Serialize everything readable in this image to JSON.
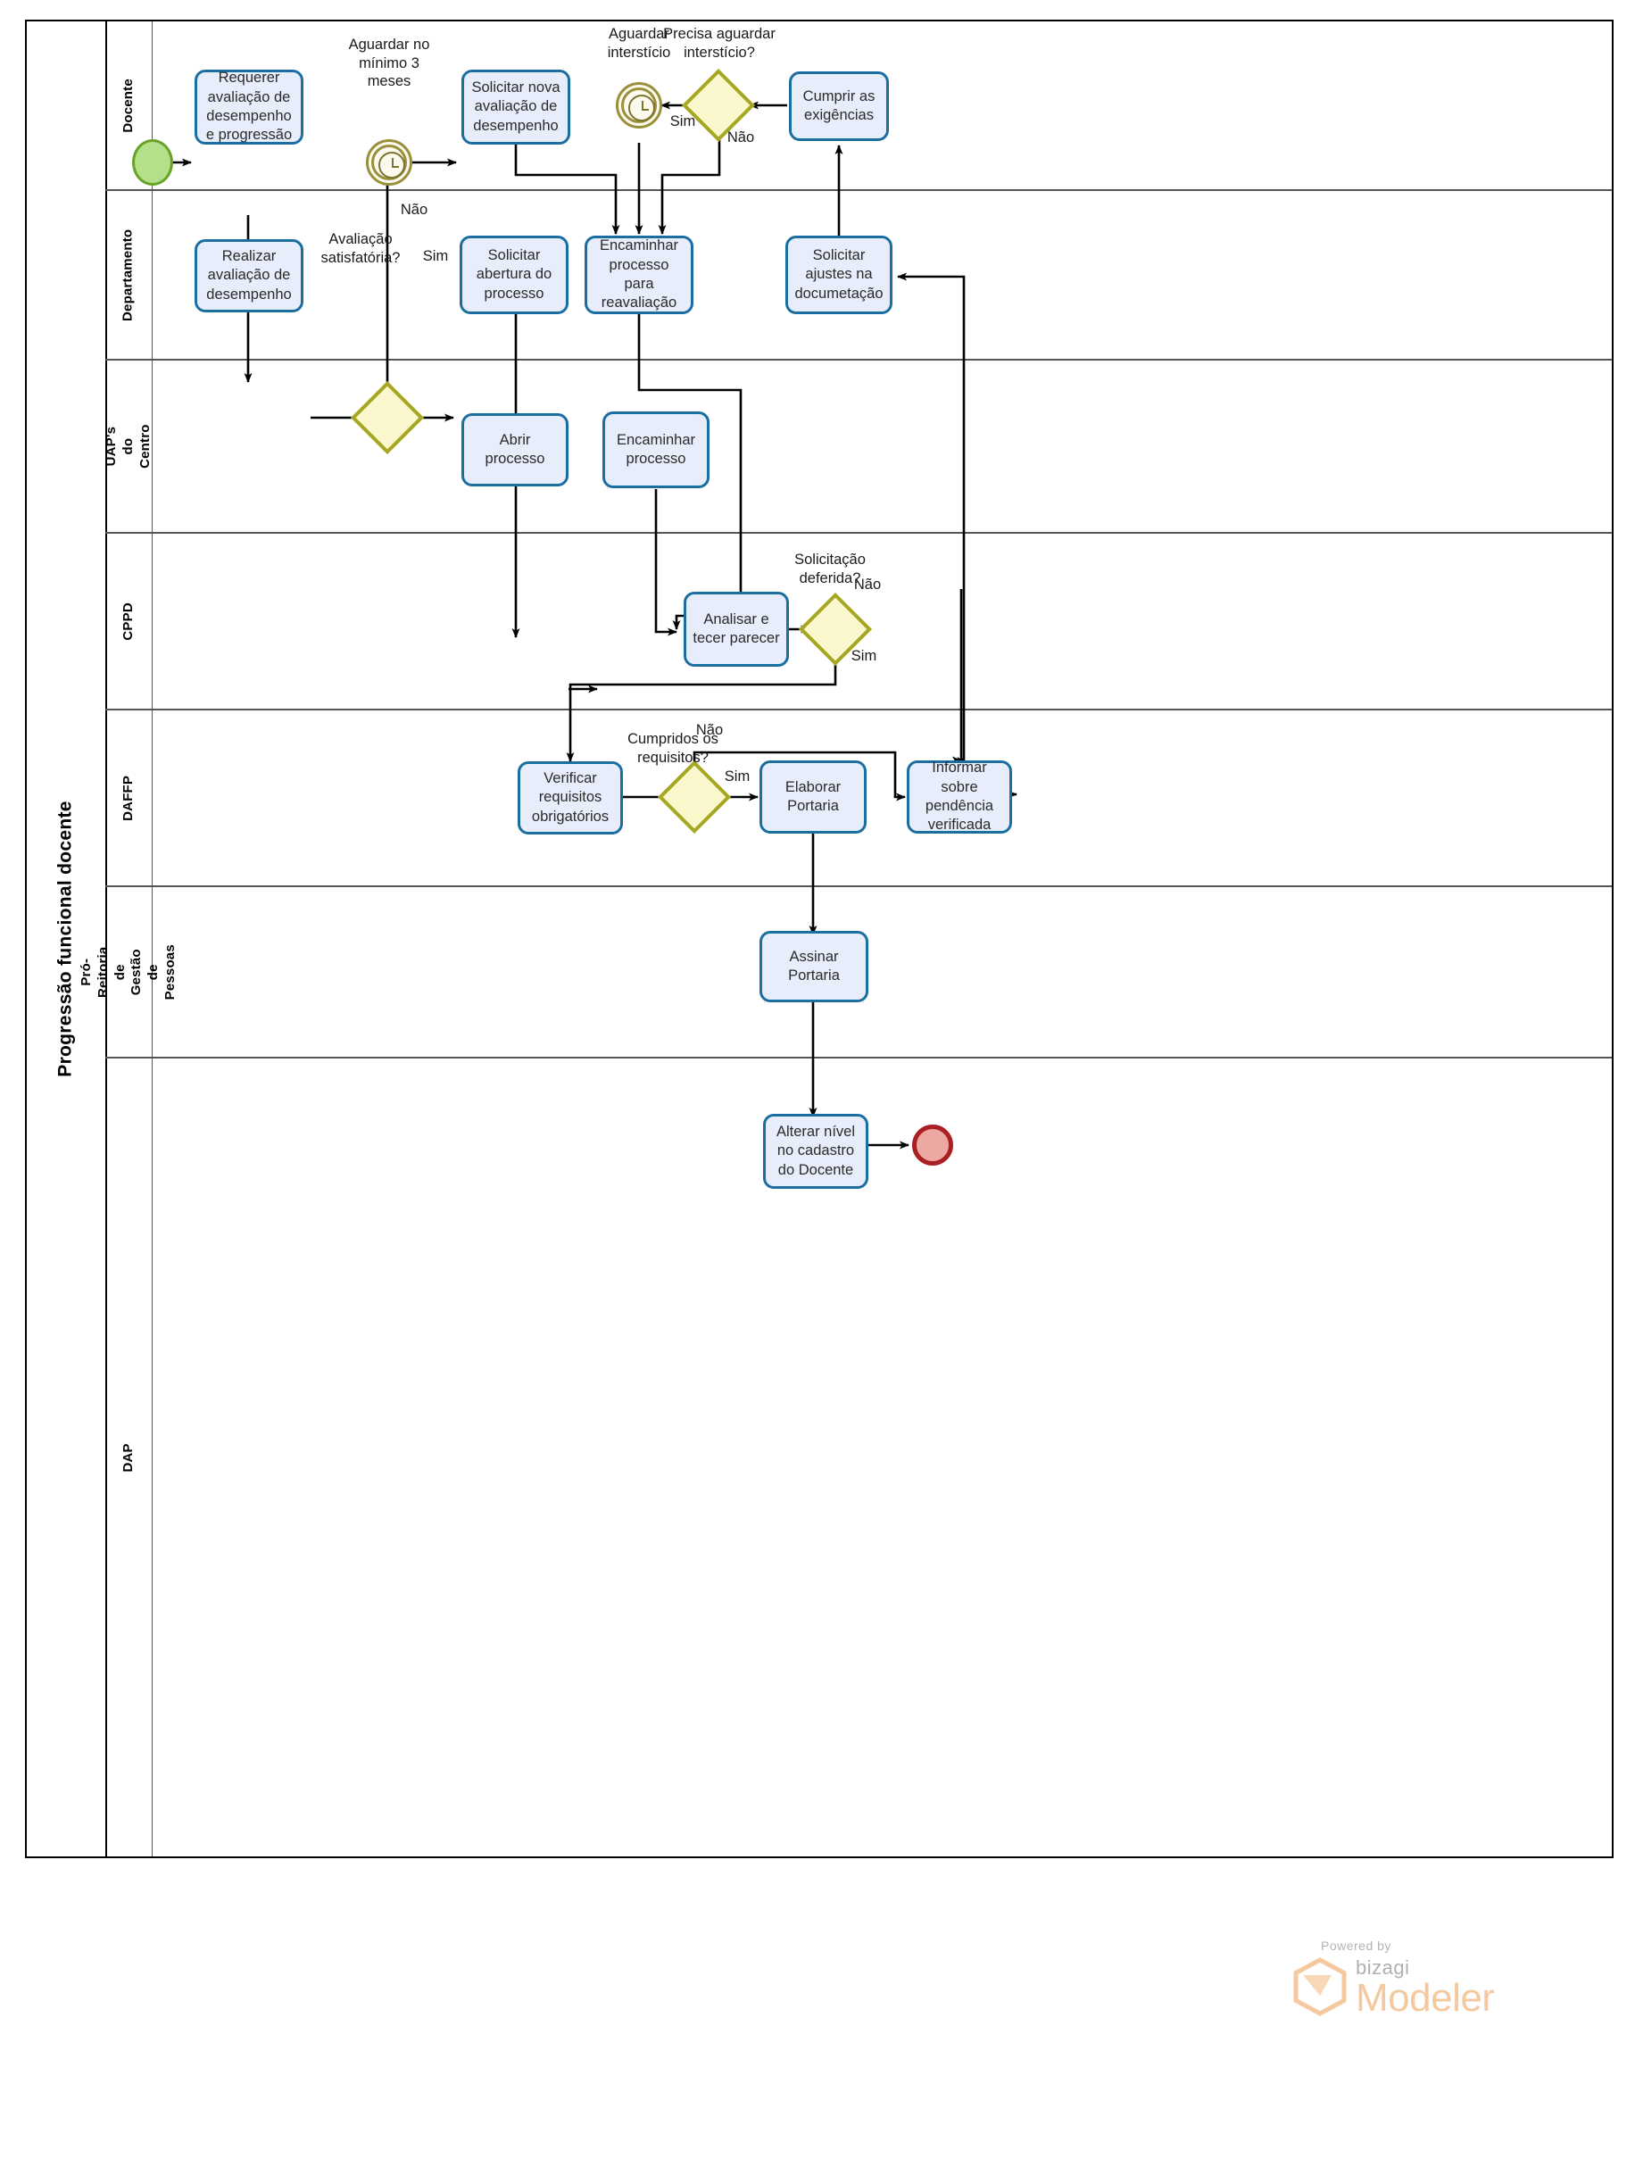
{
  "diagram": {
    "pool_title": "Progressão funcional docente",
    "notation": "BPMN",
    "colors": {
      "task_fill": "#e8edfb",
      "task_border": "#1b6ea0",
      "gateway_fill": "#fbf8cd",
      "gateway_border": "#a6a723",
      "start_fill": "#b4e08a",
      "start_border": "#6aa329",
      "end_fill": "#eda8a4",
      "end_border": "#a91f22",
      "timer_border": "#9a8f3a",
      "lane_border": "#555555",
      "pool_border": "#000000",
      "logo_accent": "#f5c9a0"
    }
  },
  "lanes": [
    {
      "label": "Docente"
    },
    {
      "label": "Departamento"
    },
    {
      "label": "UAP's do Centro"
    },
    {
      "label": "CPPD"
    },
    {
      "label": "DAFFP"
    },
    {
      "label": "Pró-Reitoria de Gestão de\nPessoas"
    },
    {
      "label": "DAP"
    }
  ],
  "tasks": [
    {
      "id": "t1",
      "label": "Requerer avaliação de desempenho e progressão",
      "lane": "Docente"
    },
    {
      "id": "t2",
      "label": "Solicitar nova avaliação de desempenho",
      "lane": "Docente"
    },
    {
      "id": "t3",
      "label": "Cumprir as exigências",
      "lane": "Docente"
    },
    {
      "id": "t4",
      "label": "Realizar avaliação de desempenho",
      "lane": "Departamento"
    },
    {
      "id": "t5",
      "label": "Solicitar abertura do processo",
      "lane": "Departamento"
    },
    {
      "id": "t6",
      "label": "Encaminhar processo para reavaliação",
      "lane": "Departamento"
    },
    {
      "id": "t7",
      "label": "Solicitar ajustes na documetação",
      "lane": "Departamento"
    },
    {
      "id": "t8",
      "label": "Abrir processo",
      "lane": "UAP's do Centro"
    },
    {
      "id": "t9",
      "label": "Encaminhar processo",
      "lane": "UAP's do Centro"
    },
    {
      "id": "t10",
      "label": "Analisar e tecer parecer",
      "lane": "CPPD"
    },
    {
      "id": "t11",
      "label": "Verificar requisitos obrigatórios",
      "lane": "DAFFP"
    },
    {
      "id": "t12",
      "label": "Elaborar Portaria",
      "lane": "DAFFP"
    },
    {
      "id": "t13",
      "label": "Informar sobre pendência verificada",
      "lane": "DAFFP"
    },
    {
      "id": "t14",
      "label": "Assinar Portaria",
      "lane": "Pró-Reitoria de Gestão de Pessoas"
    },
    {
      "id": "t15",
      "label": "Alterar nível no cadastro do Docente",
      "lane": "DAP"
    }
  ],
  "events": [
    {
      "id": "e_start",
      "type": "start",
      "label": ""
    },
    {
      "id": "e_timer1",
      "type": "timer",
      "label": "Aguardar no\nmínimo 3\nmeses"
    },
    {
      "id": "e_timer2",
      "type": "timer",
      "label": "Aguardar\ninterstício"
    },
    {
      "id": "e_end",
      "type": "end",
      "label": ""
    }
  ],
  "gateways": [
    {
      "id": "g1",
      "label": "Avaliação\nsatisfatória?"
    },
    {
      "id": "g2",
      "label": "Precisa aguardar\ninterstício?"
    },
    {
      "id": "g3",
      "label": "Solicitação\ndeferida?"
    },
    {
      "id": "g4",
      "label": "Cumpridos os\nrequisitos?"
    }
  ],
  "flow_labels": {
    "g1_nao": "Não",
    "g1_sim": "Sim",
    "g2_sim": "Sim",
    "g2_nao": "Não",
    "g3_nao": "Não",
    "g3_sim": "Sim",
    "g4_nao": "Não",
    "g4_sim": "Sim"
  },
  "logo": {
    "powered_by": "Powered by",
    "brand": "bizagi",
    "product": "Modeler"
  }
}
